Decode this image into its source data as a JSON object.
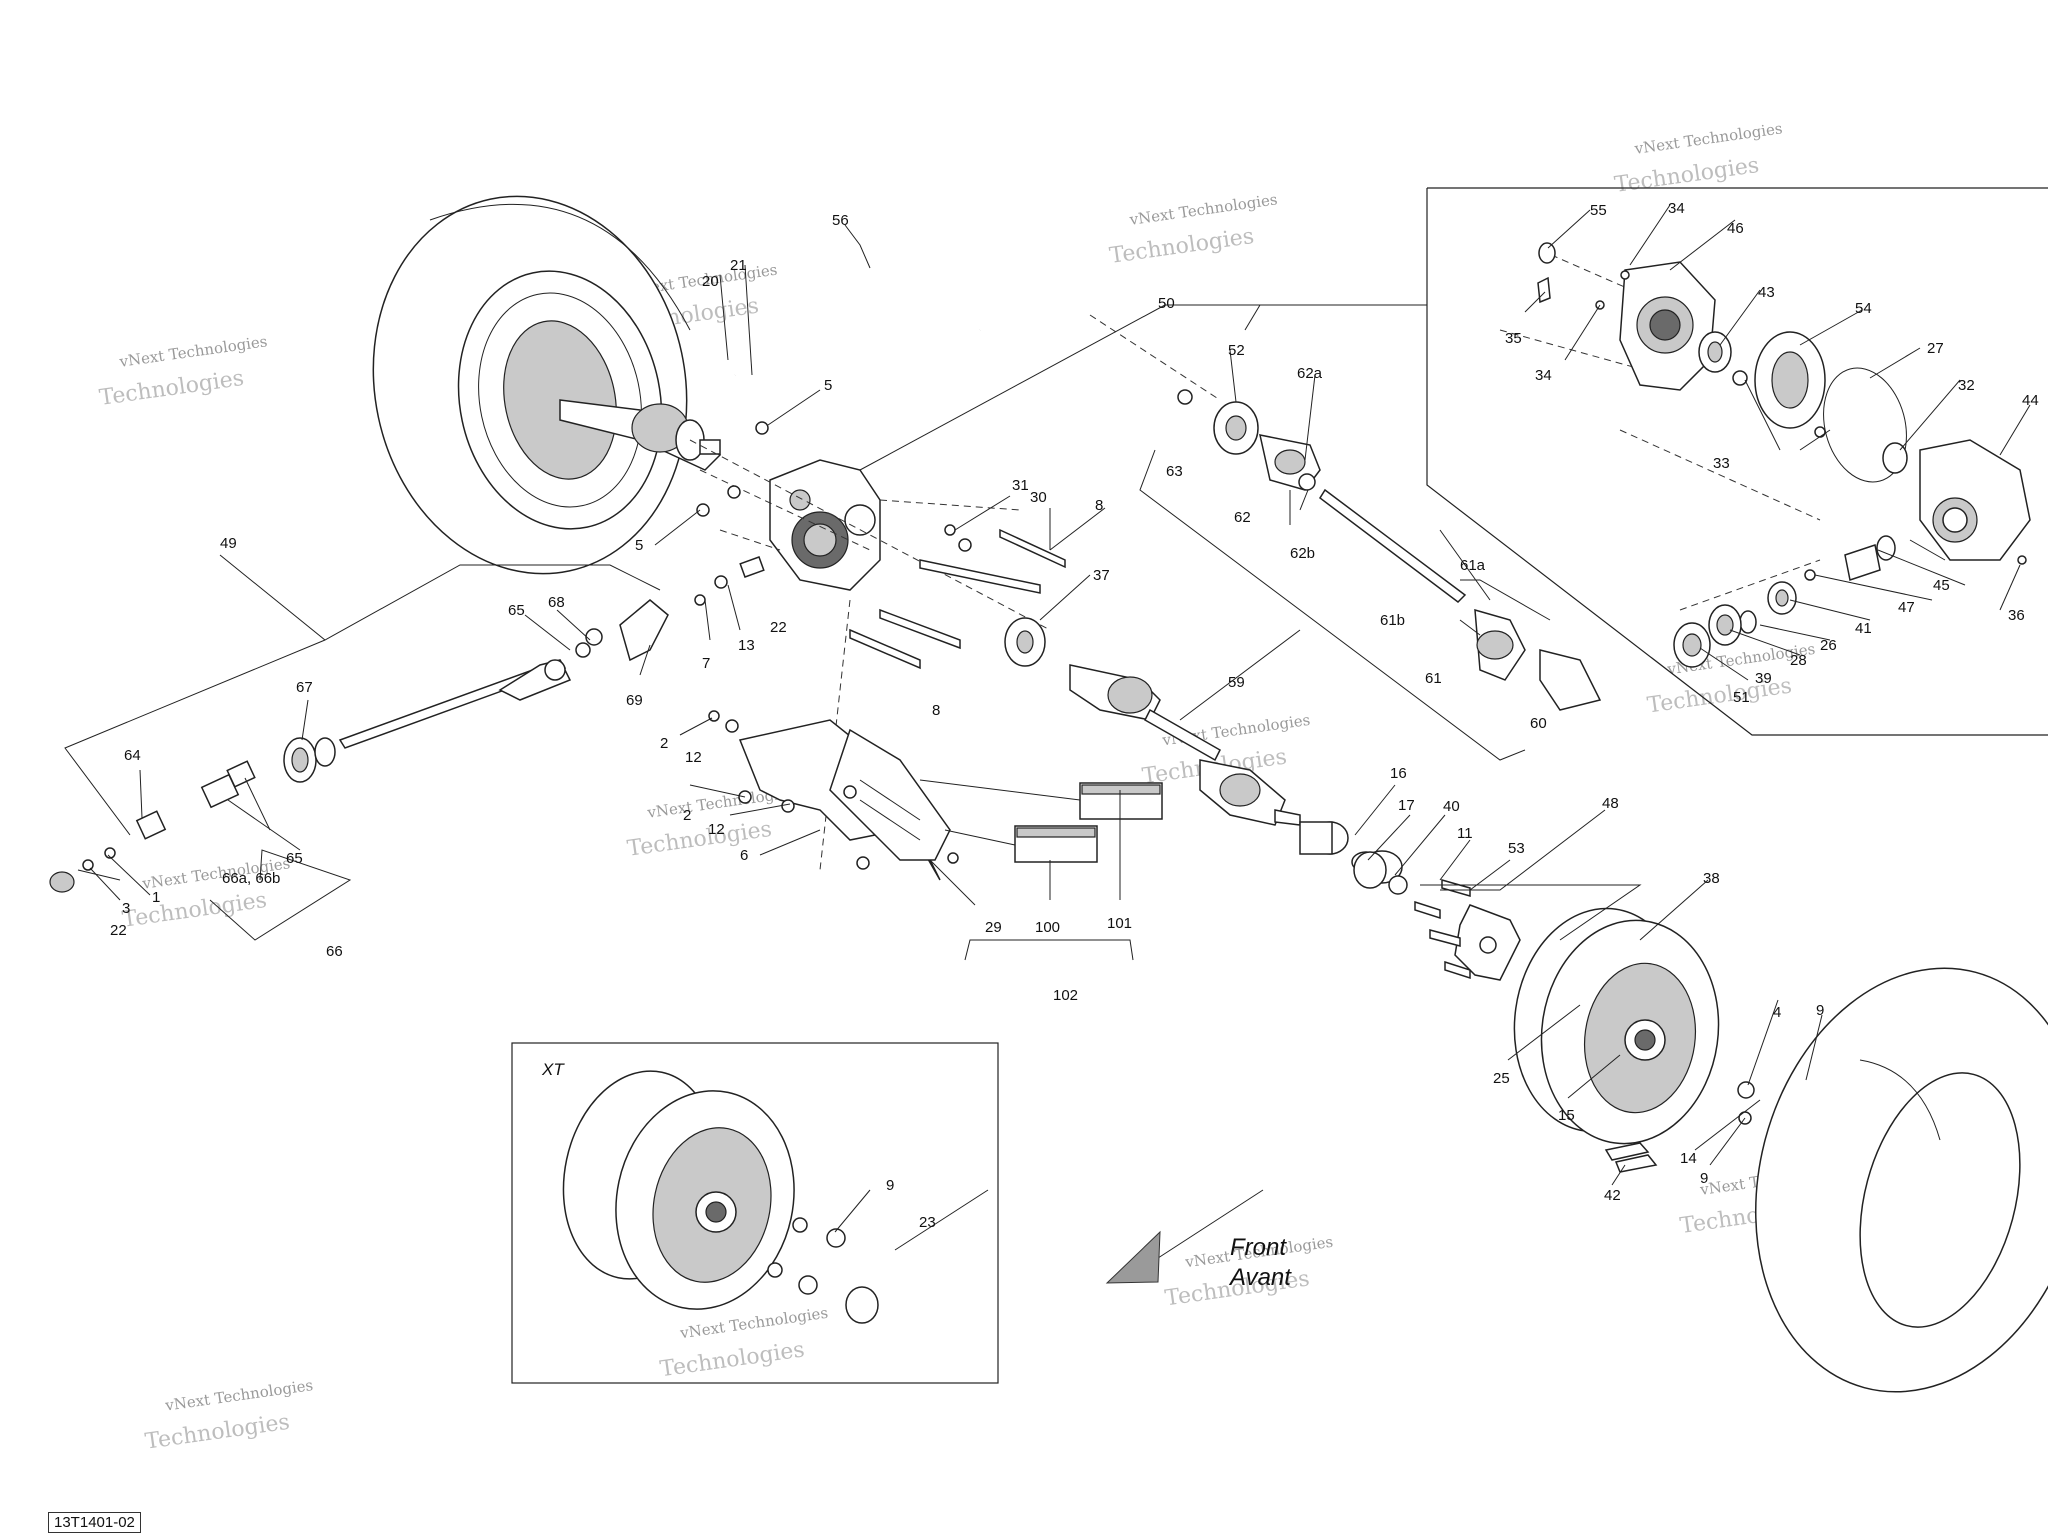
{
  "diagram_code": "13T1401-02",
  "inset_title": "XT",
  "direction": {
    "line1": "Front",
    "line2": "Avant"
  },
  "watermark": {
    "large": "Technologies",
    "small": "vNext Technologies",
    "brand": "vNext"
  },
  "labels": {
    "l1": "1",
    "l2": "2",
    "l3": "3",
    "l4": "4",
    "l5": "5",
    "l6": "6",
    "l7": "7",
    "l8": "8",
    "l9": "9",
    "l11": "11",
    "l12": "12",
    "l13": "13",
    "l14": "14",
    "l15": "15",
    "l16": "16",
    "l17": "17",
    "l20": "20",
    "l21": "21",
    "l22": "22",
    "l23": "23",
    "l25": "25",
    "l26": "26",
    "l27": "27",
    "l28": "28",
    "l29": "29",
    "l30": "30",
    "l31": "31",
    "l32": "32",
    "l33": "33",
    "l34": "34",
    "l35": "35",
    "l36": "36",
    "l37": "37",
    "l38": "38",
    "l39": "39",
    "l40": "40",
    "l41": "41",
    "l42": "42",
    "l43": "43",
    "l44": "44",
    "l45": "45",
    "l46": "46",
    "l47": "47",
    "l48": "48",
    "l49": "49",
    "l50": "50",
    "l51": "51",
    "l52": "52",
    "l53": "53",
    "l54": "54",
    "l55": "55",
    "l56": "56",
    "l59": "59",
    "l60": "60",
    "l61": "61",
    "l61a": "61a",
    "l61b": "61b",
    "l62": "62",
    "l62a": "62a",
    "l62b": "62b",
    "l63": "63",
    "l64": "64",
    "l65": "65",
    "l66": "66",
    "l66ab": "66a, 66b",
    "l67": "67",
    "l68": "68",
    "l69": "69",
    "l100": "100",
    "l101": "101",
    "l102": "102"
  }
}
